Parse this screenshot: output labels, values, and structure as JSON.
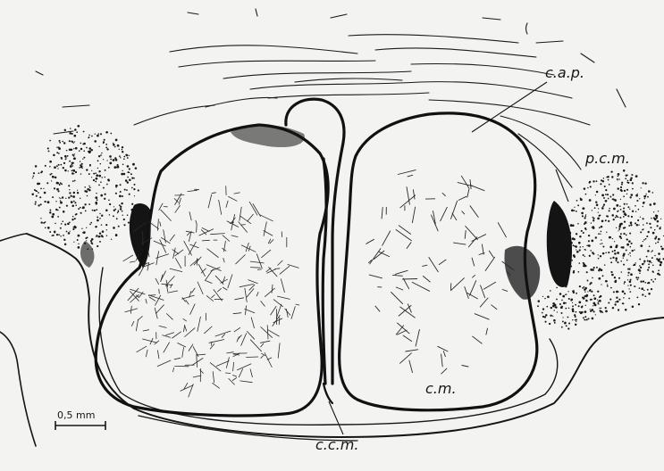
{
  "labels": {
    "cap": "c.a.p.",
    "pcm": "p.c.m.",
    "cm": "c.m.",
    "ccm": "c.c.m."
  },
  "scale_bar": {
    "text": "0,5 mm"
  },
  "colors": {
    "background": "#f3f3f1",
    "ink": "#161616"
  }
}
